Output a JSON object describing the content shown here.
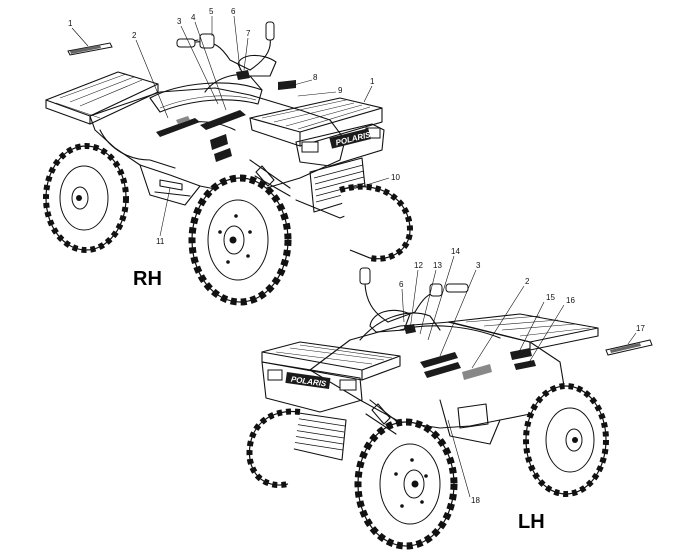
{
  "views": {
    "rh": {
      "label": "RH"
    },
    "lh": {
      "label": "LH"
    }
  },
  "decal_brand": "POLARIS",
  "callouts": {
    "rh": [
      "1",
      "2",
      "3",
      "4",
      "5",
      "6",
      "7",
      "8",
      "9",
      "1",
      "10",
      "11"
    ],
    "lh": [
      "12",
      "13",
      "14",
      "3",
      "6",
      "2",
      "15",
      "16",
      "17",
      "18"
    ]
  }
}
